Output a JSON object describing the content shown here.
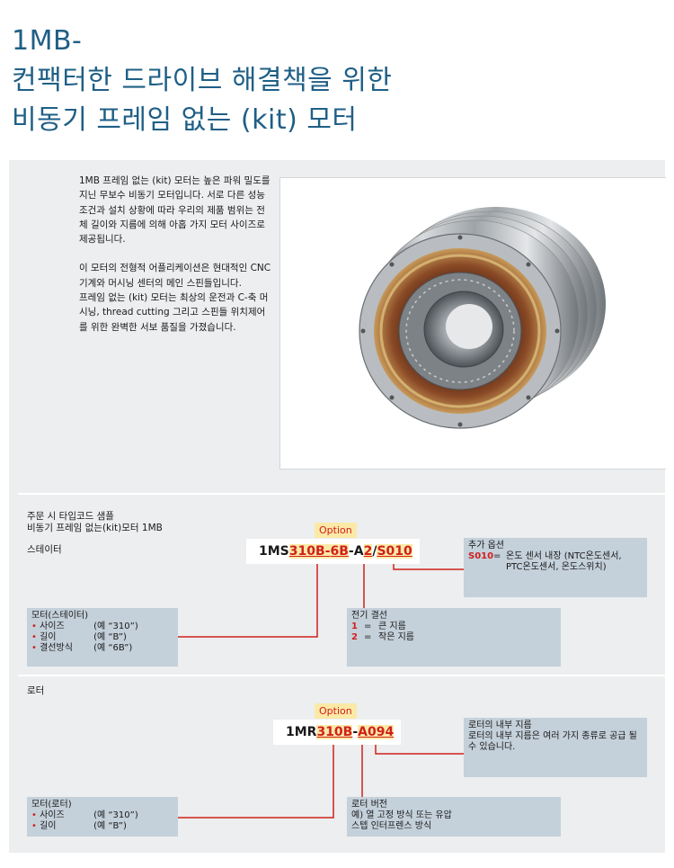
{
  "title": {
    "line1": "1MB-",
    "line2": "컨팩터한 드라이브 해결책을 위한",
    "line3": "비동기 프레임 없는 (kit) 모터"
  },
  "intro": {
    "paragraph1": "1MB 프레임 없는 (kit) 모터는 높은 파워 밀도를 지닌 무보수 비동기 모터입니다. 서로 다른 성능 조건과 설치 상황에 따라 우리의 제품 범위는 전체 길이와 지름에 의해 아홉 가지 모터 사이즈로 제공됩니다.",
    "paragraph2": "이 모터의 전형적 어플리케이션은 현대적인 CNC기계와 머시닝 센터의 메인 스핀들입니다.",
    "paragraph3": "프레임 없는 (kit) 모터는 최상의 운전과 C-축 머시닝, thread cutting 그리고 스핀들 위치제어를 위한 완벽한 서보 품질을 가졌습니다."
  },
  "typecode": {
    "heading1": "주문 시 타입코드 샘플",
    "heading2": "비동기 프레임 없는(kit)모터 1MB",
    "stator": {
      "label": "스테이터",
      "option_label": "Option",
      "code": {
        "prefix": "1MS",
        "size": "310B",
        "sep1": "-",
        "winding": "6B",
        "sep2": "-A",
        "conn": "2",
        "slash": "/",
        "option": "S010"
      },
      "extra_options": {
        "title": "추가 옵션",
        "code": "S010",
        "eq": "=",
        "desc": "온도 센서 내장 (NTC온도센서, PTC온도센서, 온도스위치)"
      },
      "motor_box": {
        "title": "모터(스테이터)",
        "items": [
          {
            "bullet": "•",
            "key": "사이즈",
            "value": "(예 “310”)"
          },
          {
            "bullet": "•",
            "key": "길이",
            "value": "(예 “B”)"
          },
          {
            "bullet": "•",
            "key": "결선방식",
            "value": "(예 “6B”)"
          }
        ]
      },
      "electrical": {
        "title": "전기 결선",
        "items": [
          {
            "code": "1",
            "eq": "=",
            "value": "큰 지름"
          },
          {
            "code": "2",
            "eq": "=",
            "value": "작은 지름"
          }
        ]
      }
    },
    "rotor": {
      "label": "로터",
      "option_label": "Option",
      "code": {
        "prefix": "1MR",
        "size": "310B",
        "sep": "-",
        "option": "A094"
      },
      "inner_diameter": {
        "title": "로터의 내부 지름",
        "desc": "로터의 내부 지름은 여러 가지 종류로 공급 될 수 있습니다."
      },
      "motor_box": {
        "title": "모터(로터)",
        "items": [
          {
            "bullet": "•",
            "key": "사이즈",
            "value": "(예 “310”)"
          },
          {
            "bullet": "•",
            "key": "길이",
            "value": "(예 “B”)"
          }
        ]
      },
      "version": {
        "title": "로터 버전",
        "line1": "예) 열 고정 방식 또는 유압",
        "line2": "스텝 인터프렌스 방식"
      }
    }
  },
  "colors": {
    "title": "#1f5f86",
    "accent_red": "#d0201c",
    "highlight": "#fbe9a7",
    "info_box": "#c4d0da",
    "panel": "#eceeef"
  }
}
